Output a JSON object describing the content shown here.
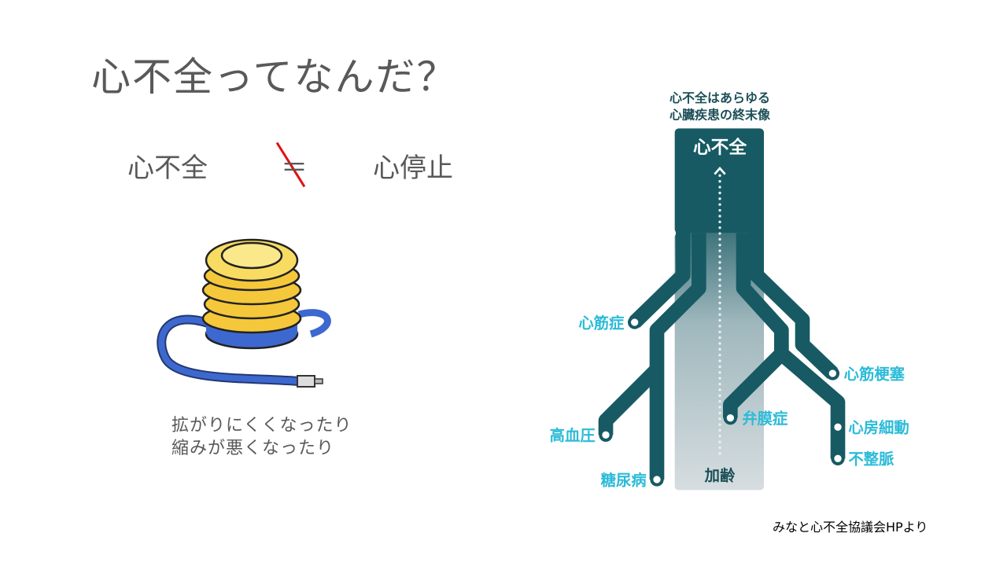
{
  "slide": {
    "title": "心不全ってなんだ？",
    "equation": {
      "left": "心不全",
      "operator": "＝",
      "right": "心停止",
      "strike_color": "#e01010"
    },
    "caption_lines": [
      "拡がりにくくなったり",
      "縮みが悪くなったり"
    ],
    "source": "みなと心不全協議会HPより"
  },
  "diagram": {
    "heading_lines": [
      "心不全はあらゆる",
      "心臓疾患の終末像"
    ],
    "top_label": "心不全",
    "bottom_label": "加齢",
    "diseases": [
      "心筋症",
      "高血圧",
      "糖尿病",
      "弁膜症",
      "心筋梗塞",
      "心房細動",
      "不整脈"
    ],
    "colors": {
      "trunk": "#175a63",
      "label": "#2bbbd8"
    }
  }
}
